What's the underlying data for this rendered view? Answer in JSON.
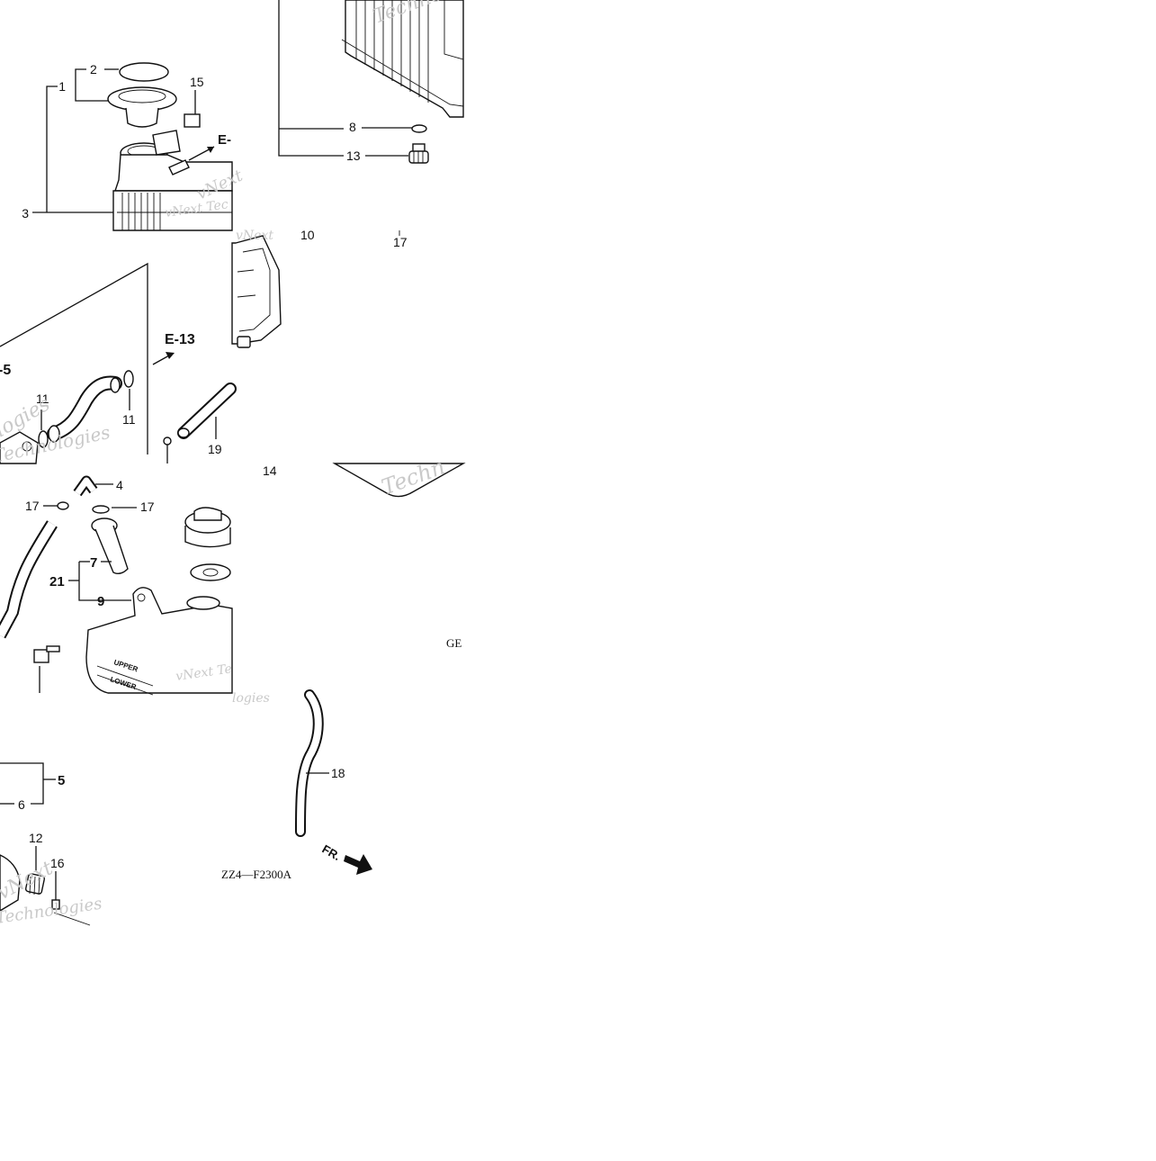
{
  "diagram": {
    "callouts": {
      "c1": "1",
      "c2": "2",
      "c3": "3",
      "c15": "15",
      "c8": "8",
      "c13": "13",
      "c10": "10",
      "c17a": "17",
      "c11a": "11",
      "c11b": "11",
      "c19": "19",
      "c14": "14",
      "c4": "4",
      "c17b": "17",
      "c17c": "17",
      "c7": "7",
      "c21": "21",
      "c9": "9",
      "c5": "5",
      "c6": "6",
      "c12": "12",
      "c16": "16",
      "c18": "18"
    },
    "refs": {
      "e_top": "E-",
      "e13": "E-13",
      "e5": "-5"
    },
    "markings": {
      "tank_upper": "UPPER",
      "tank_lower": "LOWER",
      "front": "FR.",
      "code": "ZZ4—F2300A",
      "ge": "GE"
    },
    "watermarks": [
      "Techno",
      "vNext Tec",
      "vNext",
      "logies",
      "vNext",
      "Technologies",
      "vNext Te",
      "Techn",
      "logies",
      "vNext",
      "Technologies"
    ]
  }
}
